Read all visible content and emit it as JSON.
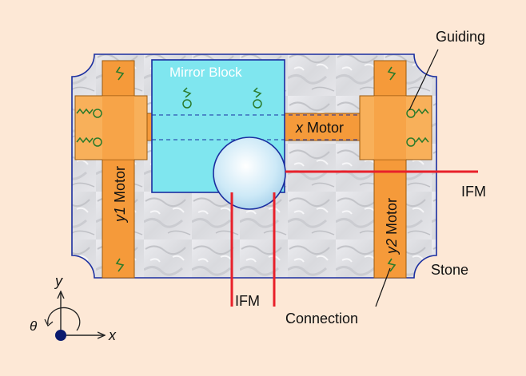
{
  "diagram": {
    "labels": {
      "guiding": "Guiding",
      "mirror_block": "Mirror Block",
      "x_motor_var": "x",
      "x_motor_word": " Motor",
      "y1_motor_var": "y1",
      "y1_motor_word": " Motor",
      "y2_motor_var": "y2",
      "y2_motor_word": " Motor",
      "ifm_right": "IFM",
      "ifm_bottom": "IFM",
      "stone": "Stone",
      "connection": "Connection"
    },
    "axes": {
      "y": "y",
      "x": "x",
      "theta": "θ"
    },
    "colors": {
      "background": "#fde8d6",
      "stone_outline": "#1a2ea0",
      "motor_orange": "#f59a3a",
      "guide_orange": "#f8b05a",
      "mirror_cyan": "#7fe6ef",
      "beam_red": "#e8202a",
      "spring_green": "#2a7a2a"
    }
  }
}
